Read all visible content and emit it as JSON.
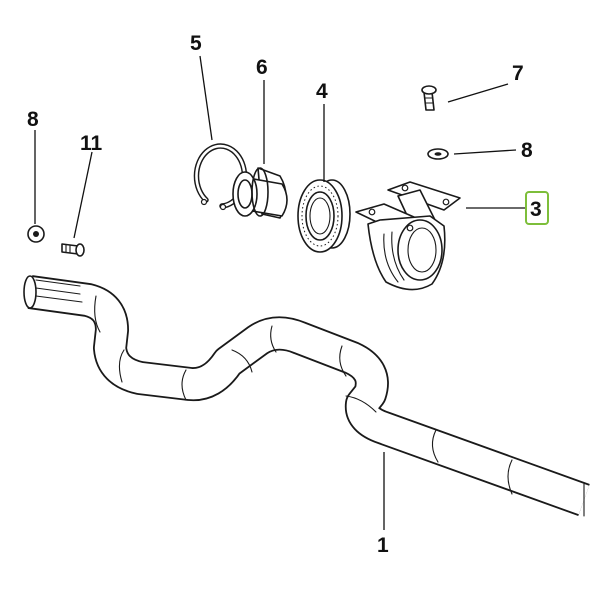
{
  "callouts": {
    "part_1": "1",
    "part_3": "3",
    "part_4": "4",
    "part_5": "5",
    "part_6": "6",
    "part_7": "7",
    "part_8_top": "8",
    "part_8_left": "8",
    "part_11": "11"
  },
  "highlight_color": "#7dbe3a",
  "highlighted_callout": "3"
}
